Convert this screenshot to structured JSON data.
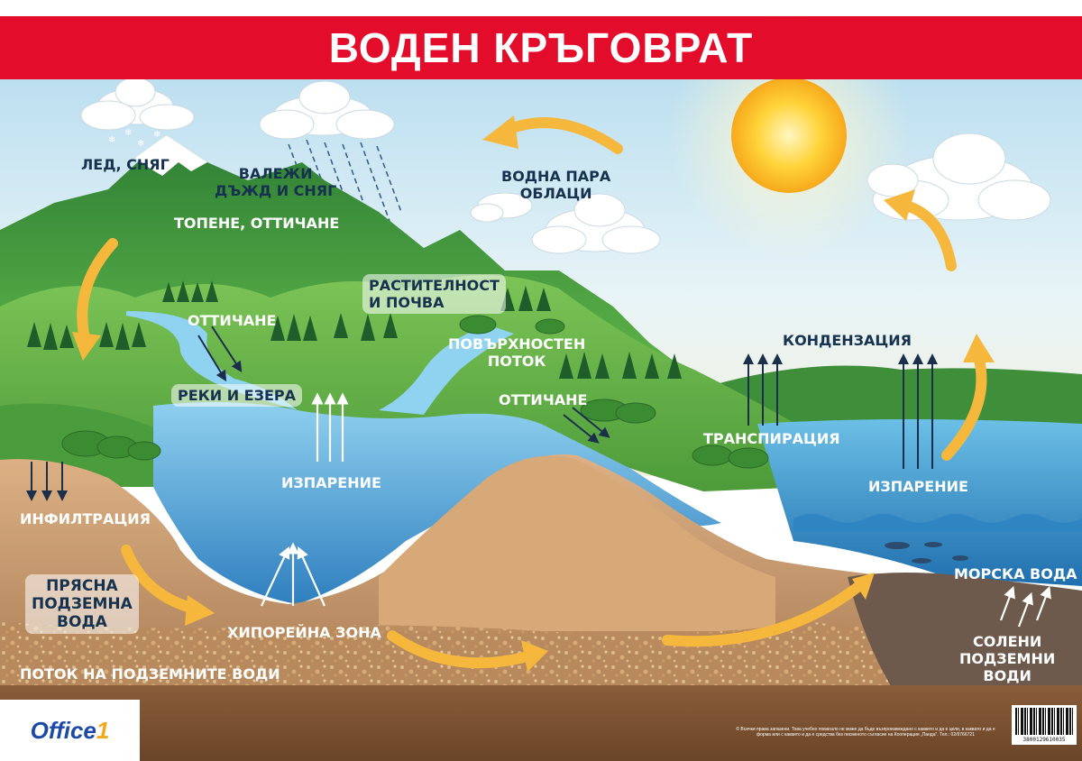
{
  "title": "ВОДЕН КРЪГОВРАТ",
  "labels": {
    "ice_snow": "ЛЕД, СНЯГ",
    "precipitation": "ВАЛЕЖИ\nДЪЖД И СНЯГ",
    "melt_runoff": "ТОПЕНЕ, ОТТИЧАНЕ",
    "water_vapor": "ВОДНА ПАРА\nОБЛАЦИ",
    "vegetation_soil": "РАСТИТЕЛНОСТ\nИ ПОЧВА",
    "runoff_1": "ОТТИЧАНЕ",
    "surface_flow": "ПОВЪРХНОСТЕН\nПОТОК",
    "rivers_lakes": "РЕКИ И ЕЗЕРА",
    "runoff_2": "ОТТИЧАНЕ",
    "condensation": "КОНДЕНЗАЦИЯ",
    "transpiration": "ТРАНСПИРАЦИЯ",
    "evaporation_1": "ИЗПАРЕНИЕ",
    "evaporation_2": "ИЗПАРЕНИЕ",
    "infiltration": "ИНФИЛТРАЦИЯ",
    "fresh_groundwater": "ПРЯСНА\nПОДЗЕМНА\nВОДА",
    "hyporheic_zone": "ХИПОРЕЙНА ЗОНА",
    "groundwater_flow": "ПОТОК НА ПОДЗЕМНИТЕ ВОДИ",
    "sea_water": "МОРСКА ВОДА",
    "saline_groundwater": "СОЛЕНИ\nПОДЗЕМНИ\nВОДИ"
  },
  "logo": {
    "name": "Office",
    "number": "1"
  },
  "copyright": "© Всички права запазени. Това учебно помагало не може да бъде възпроизвеждано с каквито и да е цели, в каквато и да е форма или с каквито и да е средства без писменото съгласие на Кооперация „Панда\". Тел.: 02/9766721",
  "barcode_number": "3800129610035",
  "colors": {
    "title_bar": "#e30c2a",
    "sky": "#cfe6f3",
    "sun": "#ffd43a",
    "mountain": "#3f9a3a",
    "water": "#4aa3d6",
    "soil": "#c79a6b",
    "arrow": "#f5b83d"
  }
}
